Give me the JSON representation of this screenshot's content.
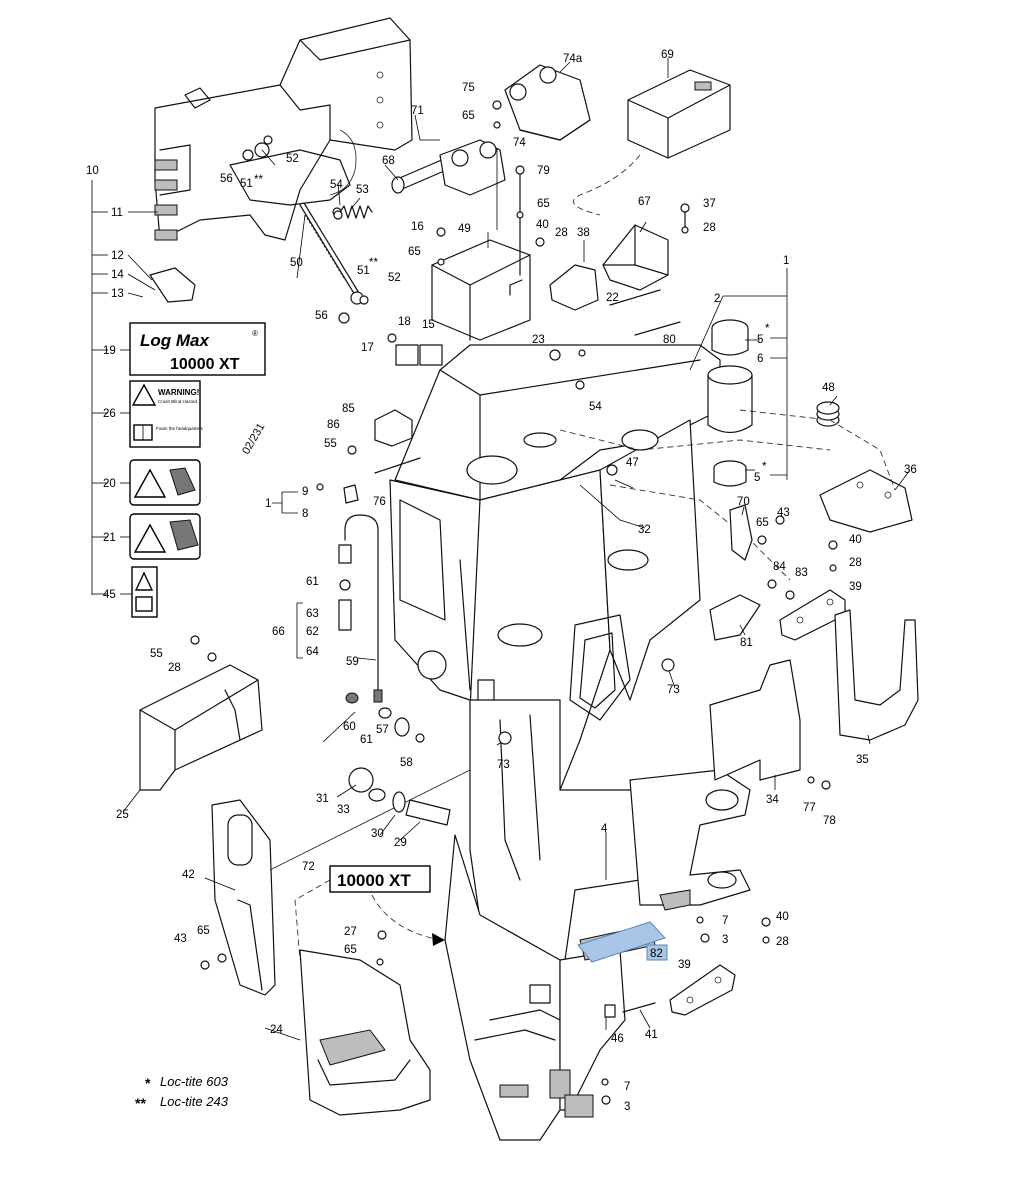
{
  "callouts": {
    "c10": "10",
    "c11": "11",
    "c12": "12",
    "c14": "14",
    "c13": "13",
    "c19": "19",
    "c26": "26",
    "c20": "20",
    "c21": "21",
    "c45": "45",
    "c9": "9",
    "c1": "1",
    "c8": "8",
    "c61a": "61",
    "c63": "63",
    "c66": "66",
    "c62": "62",
    "c64": "64",
    "c59": "59",
    "c55a": "55",
    "c28a": "28",
    "c25": "25",
    "c60": "60",
    "c61b": "61",
    "c57": "57",
    "c58": "58",
    "c31": "31",
    "c33": "33",
    "c30": "30",
    "c29": "29",
    "c72": "72",
    "c42": "42",
    "c43a": "43",
    "c65a": "65",
    "c27": "27",
    "c65b": "65",
    "c24": "24",
    "c56a": "56",
    "c51a": "51",
    "c52a": "52",
    "c50": "50",
    "c54a": "54",
    "c53": "53",
    "c71": "71",
    "c68": "68",
    "c75": "75",
    "c65c": "65",
    "c74": "74",
    "c74a": "74a",
    "c79": "79",
    "c65d": "65",
    "c40a": "40",
    "c28b": "28",
    "c38": "38",
    "c16": "16",
    "c65e": "65",
    "c49": "49",
    "c51b": "51",
    "c52b": "52",
    "c56b": "56",
    "c17": "17",
    "c18": "18",
    "c15": "15",
    "c23": "23",
    "c85": "85",
    "c86": "86",
    "c55b": "55",
    "c76": "76",
    "c69": "69",
    "c67": "67",
    "c37": "37",
    "c28c": "28",
    "c22": "22",
    "c80": "80",
    "c54b": "54",
    "c2": "2",
    "c1b": "1",
    "c5a": "5",
    "c6": "6",
    "c48": "48",
    "c47": "47",
    "c5b": "5",
    "c36": "36",
    "c32": "32",
    "c70": "70",
    "c65f": "65",
    "c43b": "43",
    "c40b": "40",
    "c28d": "28",
    "c84": "84",
    "c83": "83",
    "c39a": "39",
    "c81": "81",
    "c73a": "73",
    "c73b": "73",
    "c35": "35",
    "c34": "34",
    "c77": "77",
    "c78": "78",
    "c4": "4",
    "c7a": "7",
    "c3a": "3",
    "c82": "82",
    "c40c": "40",
    "c28e": "28",
    "c39b": "39",
    "c46": "46",
    "c41": "41",
    "c7b": "7",
    "c3b": "3"
  },
  "star_single": "*",
  "star_double": "**",
  "decals": {
    "logo_brand": "Log Max",
    "logo_reg": "®",
    "logo_model": "10000 XT",
    "warning_title": "WARNING!",
    "warning_line1": "Crush Blind Hazard",
    "warning_line2": "Foam the headquarters",
    "model_plate": "10000 XT"
  },
  "sheet_ref": "02/231",
  "legend": [
    {
      "mark": "*",
      "text": "Loc-tite 603"
    },
    {
      "mark": "**",
      "text": "Loc-tite 243"
    }
  ],
  "highlight_color": "#a9c6e8"
}
